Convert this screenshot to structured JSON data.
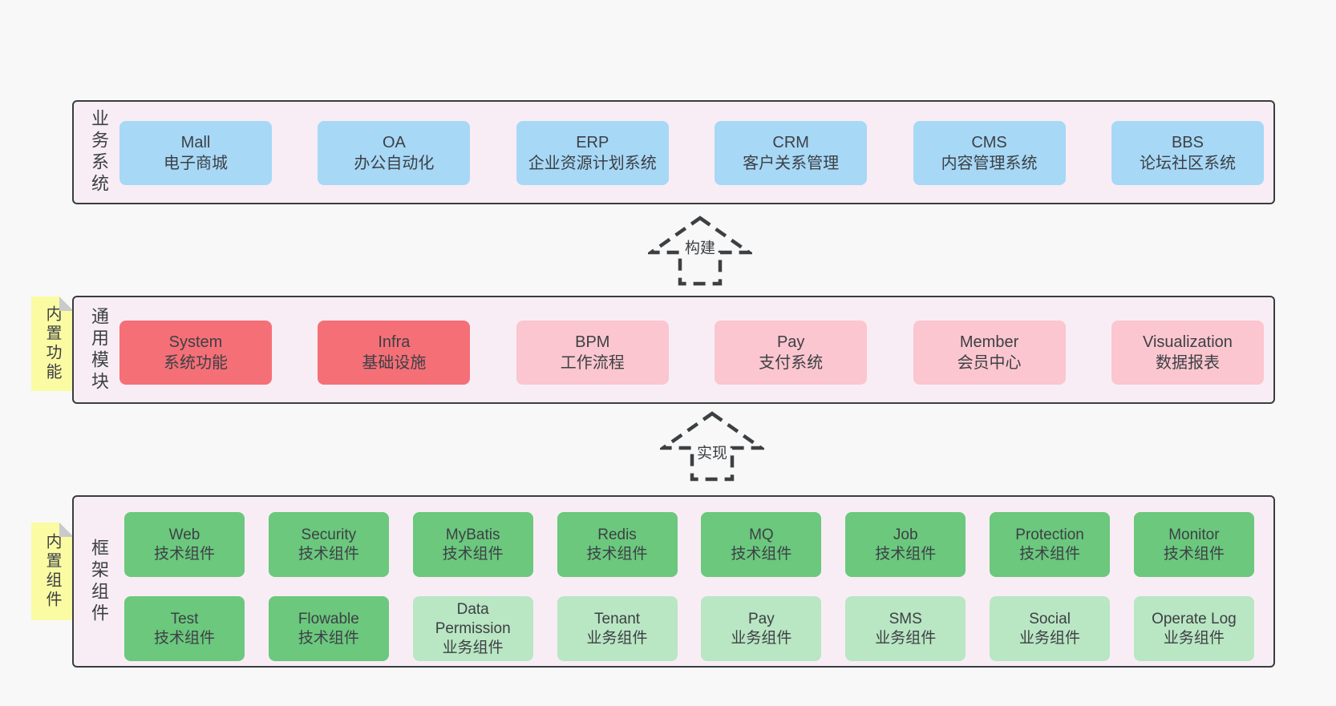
{
  "colors": {
    "page_bg": "#f8f8f8",
    "panel_bg": "#f8edf5",
    "panel_border": "#3a3d40",
    "text": "#3d4045",
    "blue": "#a7d8f6",
    "red": "#f56f77",
    "pink": "#fbc6cf",
    "green": "#6bc87d",
    "light_green": "#b9e6c3",
    "note_yellow": "#fbfba3",
    "note_fold": "#c9cacb",
    "arrow": "#3d4043"
  },
  "bands": [
    {
      "id": "business-systems",
      "label": "业务系统",
      "rows": [
        [
          {
            "en": "Mall",
            "zh": "电子商城",
            "color": "blue"
          },
          {
            "en": "OA",
            "zh": "办公自动化",
            "color": "blue"
          },
          {
            "en": "ERP",
            "zh": "企业资源计划系统",
            "color": "blue"
          },
          {
            "en": "CRM",
            "zh": "客户关系管理",
            "color": "blue"
          },
          {
            "en": "CMS",
            "zh": "内容管理系统",
            "color": "blue"
          },
          {
            "en": "BBS",
            "zh": "论坛社区系统",
            "color": "blue"
          }
        ]
      ]
    },
    {
      "id": "common-modules",
      "label": "通用模块",
      "note": "内置功能",
      "rows": [
        [
          {
            "en": "System",
            "zh": "系统功能",
            "color": "red"
          },
          {
            "en": "Infra",
            "zh": "基础设施",
            "color": "red"
          },
          {
            "en": "BPM",
            "zh": "工作流程",
            "color": "pink"
          },
          {
            "en": "Pay",
            "zh": "支付系统",
            "color": "pink"
          },
          {
            "en": "Member",
            "zh": "会员中心",
            "color": "pink"
          },
          {
            "en": "Visualization",
            "zh": "数据报表",
            "color": "pink"
          }
        ]
      ]
    },
    {
      "id": "framework-components",
      "label": "框架组件",
      "note": "内置组件",
      "rows": [
        [
          {
            "en": "Web",
            "zh": "技术组件",
            "color": "green"
          },
          {
            "en": "Security",
            "zh": "技术组件",
            "color": "green"
          },
          {
            "en": "MyBatis",
            "zh": "技术组件",
            "color": "green"
          },
          {
            "en": "Redis",
            "zh": "技术组件",
            "color": "green"
          },
          {
            "en": "MQ",
            "zh": "技术组件",
            "color": "green"
          },
          {
            "en": "Job",
            "zh": "技术组件",
            "color": "green"
          },
          {
            "en": "Protection",
            "zh": "技术组件",
            "color": "green"
          },
          {
            "en": "Monitor",
            "zh": "技术组件",
            "color": "green"
          }
        ],
        [
          {
            "en": "Test",
            "zh": "技术组件",
            "color": "green"
          },
          {
            "en": "Flowable",
            "zh": "技术组件",
            "color": "green"
          },
          {
            "en": "Data Permission",
            "zh": "业务组件",
            "color": "light_green"
          },
          {
            "en": "Tenant",
            "zh": "业务组件",
            "color": "light_green"
          },
          {
            "en": "Pay",
            "zh": "业务组件",
            "color": "light_green"
          },
          {
            "en": "SMS",
            "zh": "业务组件",
            "color": "light_green"
          },
          {
            "en": "Social",
            "zh": "业务组件",
            "color": "light_green"
          },
          {
            "en": "Operate Log",
            "zh": "业务组件",
            "color": "light_green"
          }
        ]
      ]
    }
  ],
  "arrows": [
    {
      "label": "构建"
    },
    {
      "label": "实现"
    }
  ]
}
